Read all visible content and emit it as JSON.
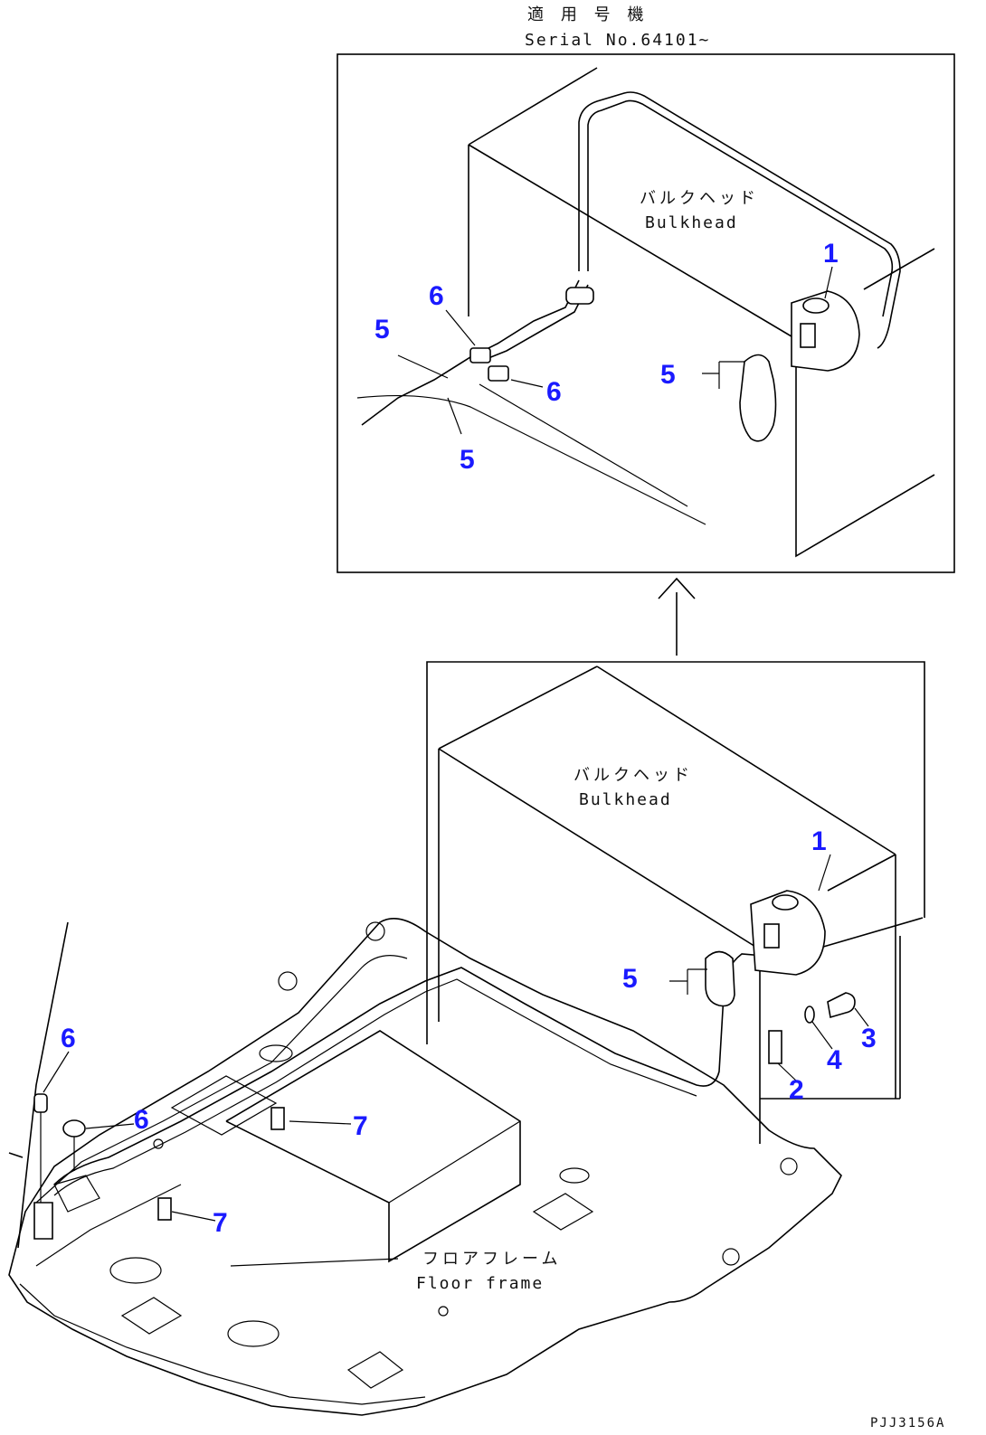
{
  "header": {
    "jp_label": "適 用 号 機",
    "serial_label": "Serial No.64101~"
  },
  "part_labels": {
    "p1": "1",
    "p2": "2",
    "p3": "3",
    "p4": "4",
    "p5": "5",
    "p6": "6",
    "p7": "7"
  },
  "callouts": {
    "bulkhead_jp": "バルクヘッド",
    "bulkhead_en": "Bulkhead",
    "floor_frame_jp": "フロアフレーム",
    "floor_frame_en": "Floor frame"
  },
  "footer": {
    "drawing_code": "PJJ3156A"
  },
  "colors": {
    "label": "#1a1aff",
    "line": "#000000"
  }
}
